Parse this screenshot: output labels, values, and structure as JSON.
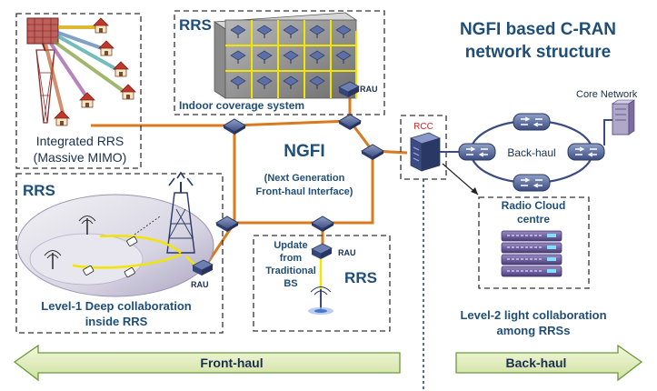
{
  "title": {
    "line1": "NGFI based C-RAN",
    "line2": "network structure"
  },
  "rrs_top": {
    "label": "RRS",
    "rau": "RAU",
    "caption": "Indoor coverage system"
  },
  "integrated_rrs": {
    "line1": "Integrated RRS",
    "line2": "(Massive MIMO)"
  },
  "ngfi": {
    "label": "NGFI",
    "line1": "(Next Generation",
    "line2": "Front-haul Interface)"
  },
  "rcc": {
    "label": "RCC"
  },
  "core_network": {
    "label": "Core Network"
  },
  "backhaul_ring": {
    "label": "Back-haul"
  },
  "radio_cloud": {
    "line1": "Radio Cloud",
    "line2": "centre"
  },
  "rrs_left": {
    "label": "RRS",
    "rau": "RAU",
    "caption1": "Level-1 Deep collaboration",
    "caption2": "inside RRS"
  },
  "rrs_bottom": {
    "label": "RRS",
    "rau": "RAU",
    "update1": "Update",
    "update2": "from",
    "update3": "Traditional",
    "update4": "BS"
  },
  "level2": {
    "line1": "Level-2 light collaboration",
    "line2": "among RRSs"
  },
  "arrows": {
    "fronthaul": "Front-haul",
    "backhaul": "Back-haul"
  },
  "colors": {
    "link": "#d97a1e",
    "title": "#1f4e79",
    "arrow_fill": "#e6f0c8",
    "arrow_stroke": "#6a9a3a",
    "rcc_red": "#e02020"
  },
  "icons": [
    "building-icon",
    "massive-mimo-tower-icon",
    "house-icon",
    "router-icon",
    "server-icon",
    "cell-tower-icon",
    "antenna-icon",
    "phone-icon"
  ]
}
